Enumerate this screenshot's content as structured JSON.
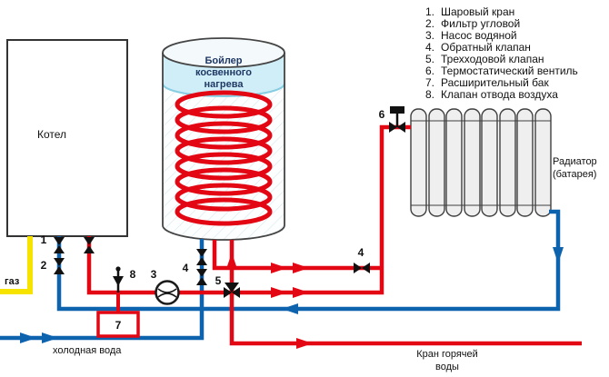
{
  "colors": {
    "hot": "#e30613",
    "cold": "#0e63ae",
    "gas": "#f6e400",
    "water": "#cfeef8",
    "tank_label": "#1f3864"
  },
  "legend": {
    "items": [
      {
        "num": "1.",
        "label": "Шаровый кран"
      },
      {
        "num": "2.",
        "label": "Фильтр угловой"
      },
      {
        "num": "3.",
        "label": "Насос водяной"
      },
      {
        "num": "4.",
        "label": "Обратный клапан"
      },
      {
        "num": "5.",
        "label": "Трехходовой клапан"
      },
      {
        "num": "6.",
        "label": "Термостатический вентиль"
      },
      {
        "num": "7.",
        "label": "Расширительный бак"
      },
      {
        "num": "8.",
        "label": "Клапан отвода воздуха"
      }
    ]
  },
  "boiler": {
    "label": "Котел"
  },
  "tank": {
    "line1": "Бойлер",
    "line2": "косвенного",
    "line3": "нагрева"
  },
  "radiator": {
    "line1": "Радиатор",
    "line2": "(батарея)"
  },
  "labels": {
    "gas": "газ",
    "cold_water": "холодная вода",
    "dhw1": "Кран горячей",
    "dhw2": "воды"
  },
  "markers": {
    "m1": "1",
    "m2": "2",
    "m3": "3",
    "m4_left": "4",
    "m4_right": "4",
    "m5": "5",
    "m6": "6",
    "m7": "7",
    "m8": "8"
  }
}
